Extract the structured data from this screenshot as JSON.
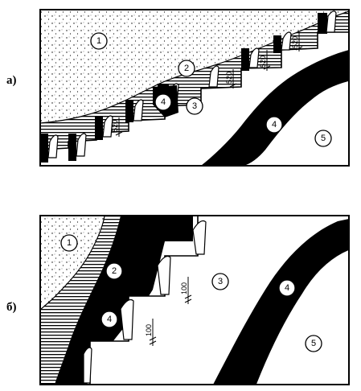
{
  "panels": [
    {
      "label": "а)",
      "zones": [
        {
          "id": "zone-1",
          "label": "1",
          "style": "dotted"
        },
        {
          "id": "zone-2",
          "label": "2",
          "style": "hatched"
        },
        {
          "id": "zone-3",
          "label": "3",
          "style": "white"
        },
        {
          "id": "zone-4",
          "label": "4",
          "style": "black"
        },
        {
          "id": "zone-5",
          "label": "5",
          "style": "white"
        }
      ],
      "dimensions": [
        "520",
        "520",
        "520",
        "520",
        "520"
      ]
    },
    {
      "label": "б)",
      "zones": [
        {
          "id": "zone-1",
          "label": "1",
          "style": "dotted"
        },
        {
          "id": "zone-2",
          "label": "2",
          "style": "hatched"
        },
        {
          "id": "zone-3",
          "label": "3",
          "style": "white"
        },
        {
          "id": "zone-4",
          "label": "4",
          "style": "black"
        },
        {
          "id": "zone-5",
          "label": "5",
          "style": "white"
        }
      ],
      "dimensions": [
        "100",
        "100"
      ]
    }
  ],
  "colors": {
    "ink": "#000000",
    "paper": "#ffffff"
  }
}
